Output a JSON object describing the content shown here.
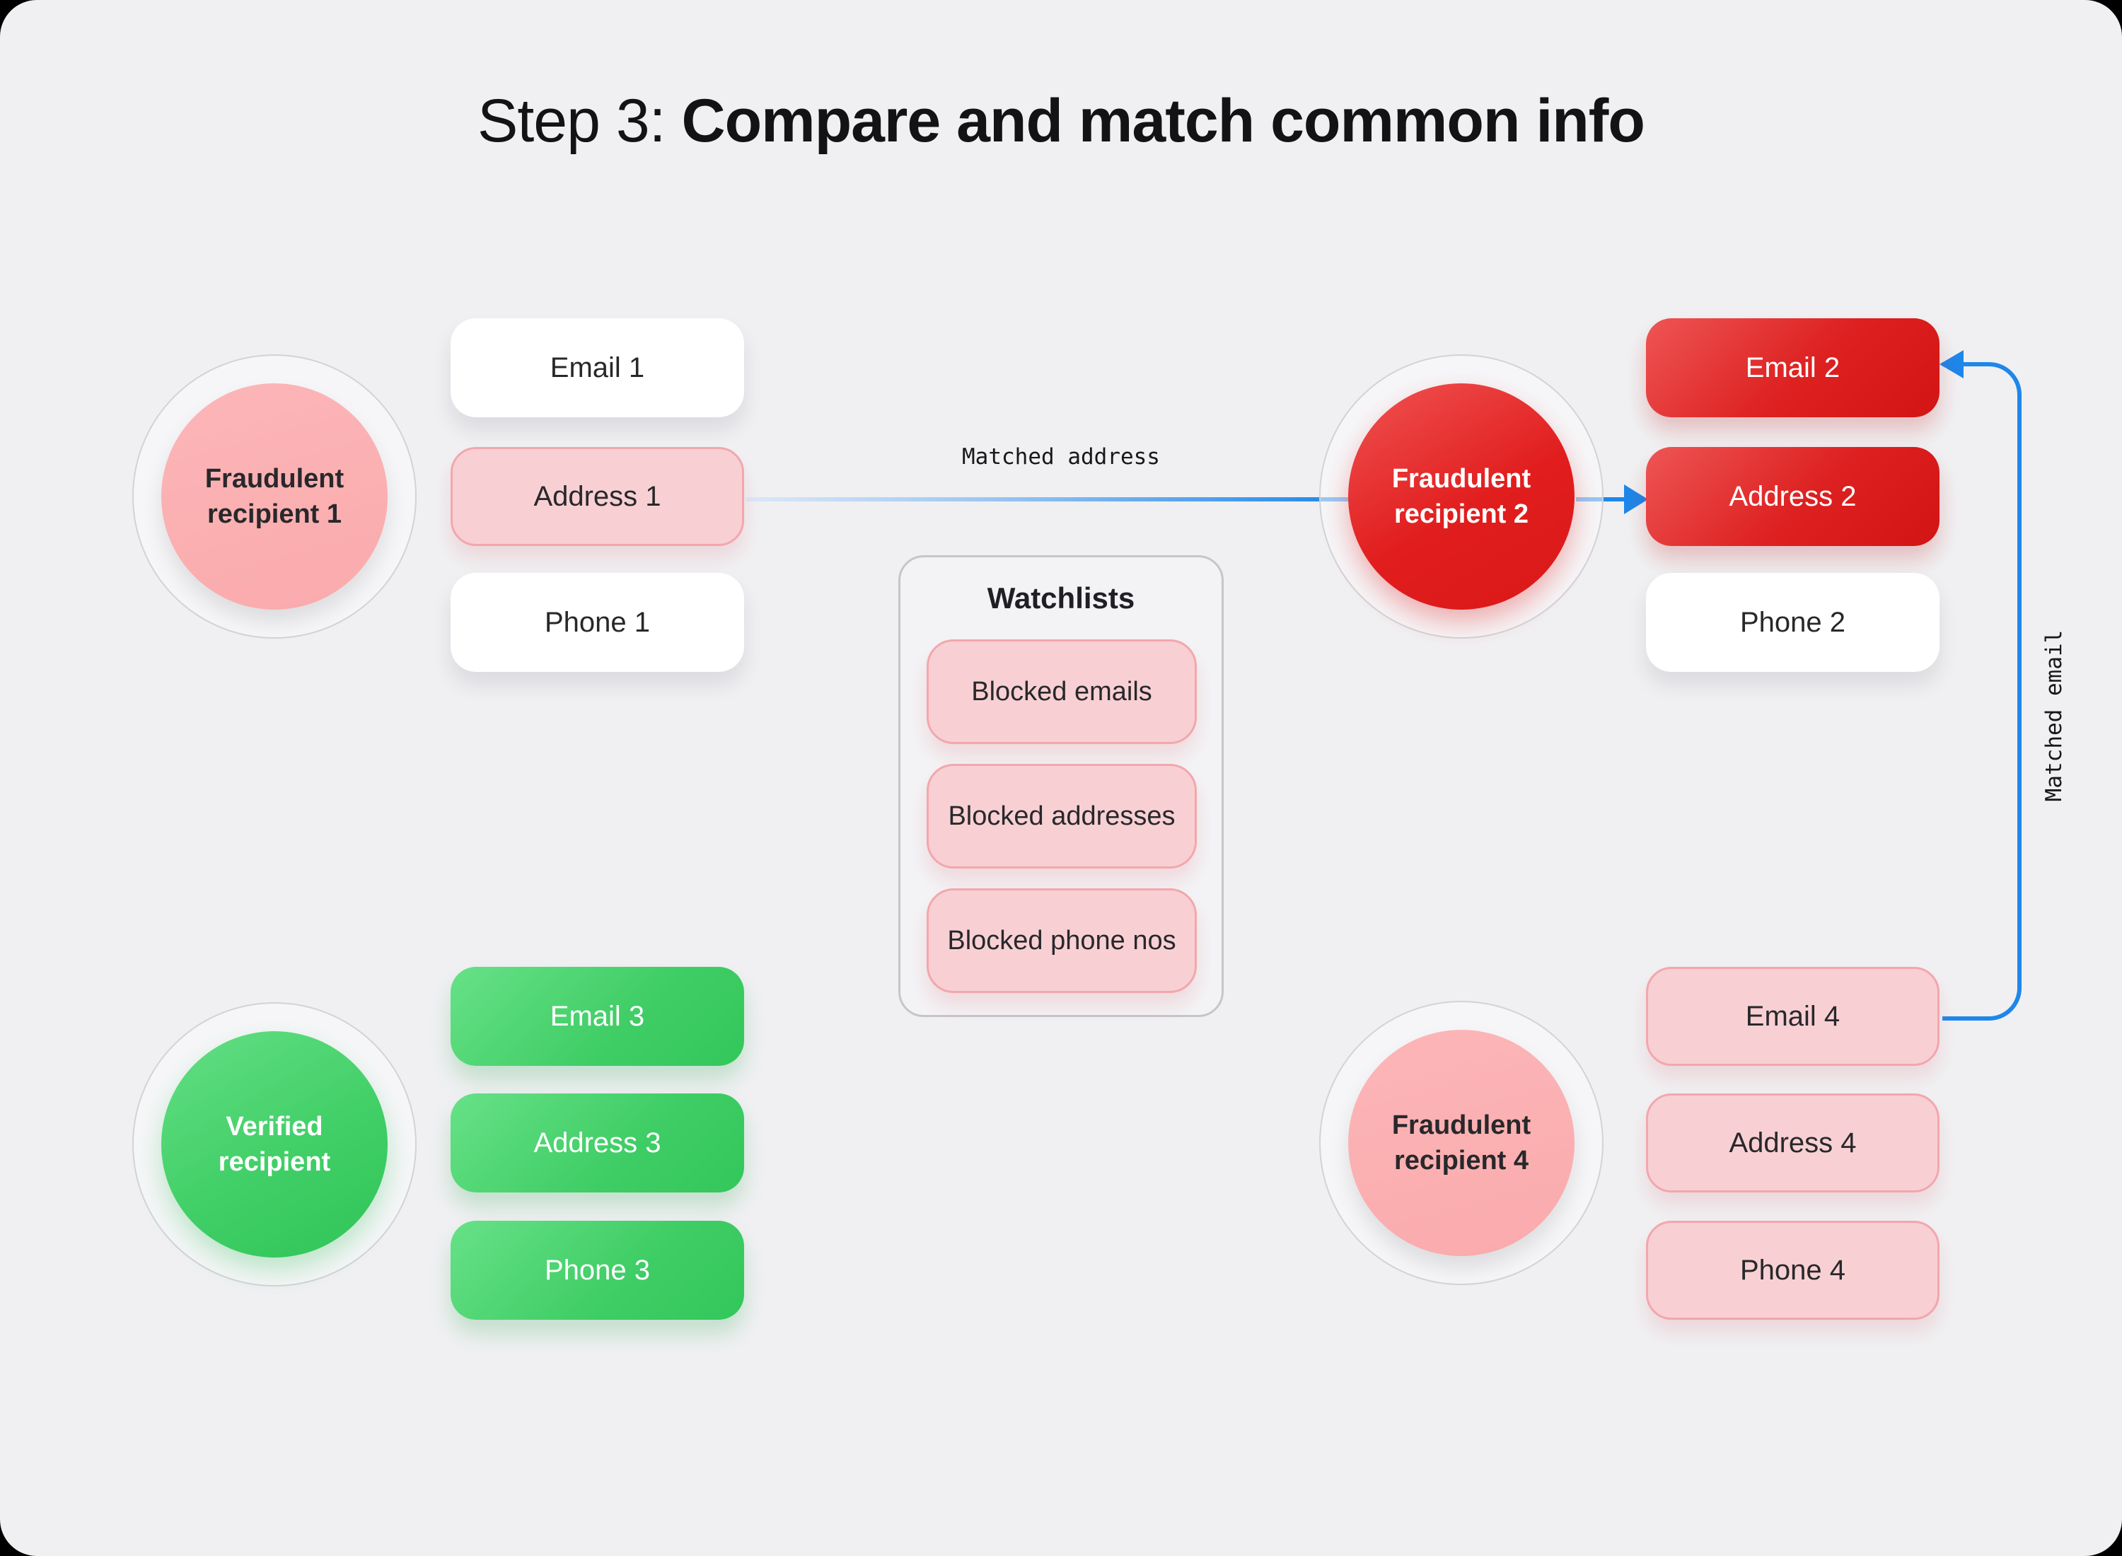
{
  "title": {
    "prefix": "Step 3:",
    "rest": " Compare and match common info"
  },
  "colors": {
    "background": "#F0F0F2",
    "accent_blue": "#1E87EA",
    "fraud_red": "#DE1A1A",
    "verified_green": "#3FCD66",
    "light_pink": "#F8D0D3"
  },
  "recipients": [
    {
      "label": "Fraudulent recipient 1",
      "variant": "pink"
    },
    {
      "label": "Fraudulent recipient 2",
      "variant": "red"
    },
    {
      "label": "Verified recipient",
      "variant": "green"
    },
    {
      "label": "Fraudulent recipient 4",
      "variant": "pink"
    }
  ],
  "groups": [
    {
      "pills": [
        {
          "label": "Email 1",
          "variant": "white"
        },
        {
          "label": "Address 1",
          "variant": "pink"
        },
        {
          "label": "Phone 1",
          "variant": "white"
        }
      ]
    },
    {
      "pills": [
        {
          "label": "Email 2",
          "variant": "red"
        },
        {
          "label": "Address 2",
          "variant": "red"
        },
        {
          "label": "Phone 2",
          "variant": "white"
        }
      ]
    },
    {
      "pills": [
        {
          "label": "Email 3",
          "variant": "green"
        },
        {
          "label": "Address 3",
          "variant": "green"
        },
        {
          "label": "Phone 3",
          "variant": "green"
        }
      ]
    },
    {
      "pills": [
        {
          "label": "Email 4",
          "variant": "pink"
        },
        {
          "label": "Address 4",
          "variant": "pink"
        },
        {
          "label": "Phone 4",
          "variant": "pink"
        }
      ]
    }
  ],
  "watchlists": {
    "title": "Watchlists",
    "items": [
      "Blocked emails",
      "Blocked addresses",
      "Blocked phone nos"
    ]
  },
  "connectors": {
    "matched_address": "Matched address",
    "matched_email": "Matched email"
  }
}
